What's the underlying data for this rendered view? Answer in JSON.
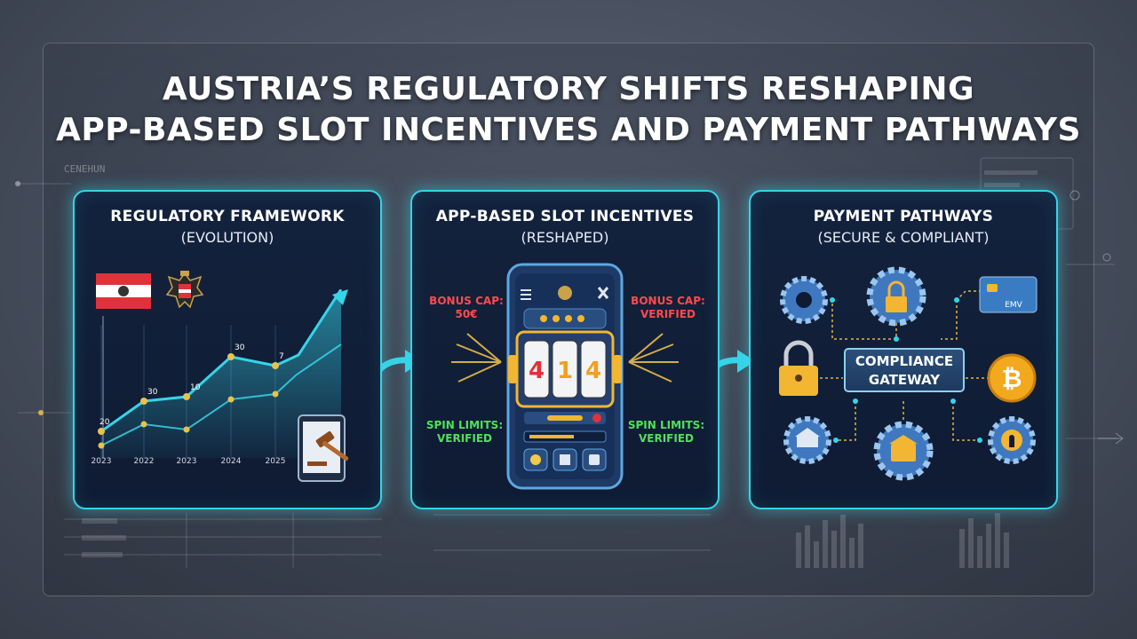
{
  "title": {
    "line1": "AUSTRIA’S REGULATORY SHIFTS RESHAPING",
    "line2": "APP-BASED SLOT INCENTIVES AND PAYMENT PATHWAYS"
  },
  "background": {
    "corner_text": "CENEHUN"
  },
  "panels": {
    "regulatory": {
      "title": "REGULATORY FRAMEWORK",
      "subtitle": "(EVOLUTION)",
      "chart_labels": [
        "20",
        "30",
        "10",
        "30",
        "7"
      ]
    },
    "slots": {
      "title": "APP-BASED SLOT INCENTIVES",
      "subtitle": "(RESHAPED)",
      "bonus_cap_left": "BONUS CAP:",
      "bonus_cap_left_value": "50€",
      "bonus_cap_right": "BONUS CAP:",
      "bonus_cap_right_value": "VERIFIED",
      "spin_left": "SPIN LIMITS:",
      "spin_left_value": "VERIFIED",
      "spin_right": "SPIN LIMITS:",
      "spin_right_value": "VERIFIED",
      "reels": [
        "4",
        "1",
        "4"
      ]
    },
    "payment": {
      "title": "PAYMENT PATHWAYS",
      "subtitle": "(SECURE & COMPLIANT)",
      "gateway_line1": "COMPLIANCE",
      "gateway_line2": "GATEWAY",
      "card_text": "EMV",
      "coin_symbol": "₿"
    }
  },
  "chart_data": {
    "type": "line",
    "x": [
      "2023",
      "2022",
      "2023",
      "2024",
      "2025"
    ],
    "series": [
      {
        "values": [
          20,
          30,
          10,
          30,
          7
        ]
      }
    ]
  },
  "colors": {
    "accent": "#36d4e8",
    "panel_bg": "#13223d",
    "red_label": "#ff4b4b",
    "green_label": "#52e05a",
    "gold": "#f2b632"
  }
}
